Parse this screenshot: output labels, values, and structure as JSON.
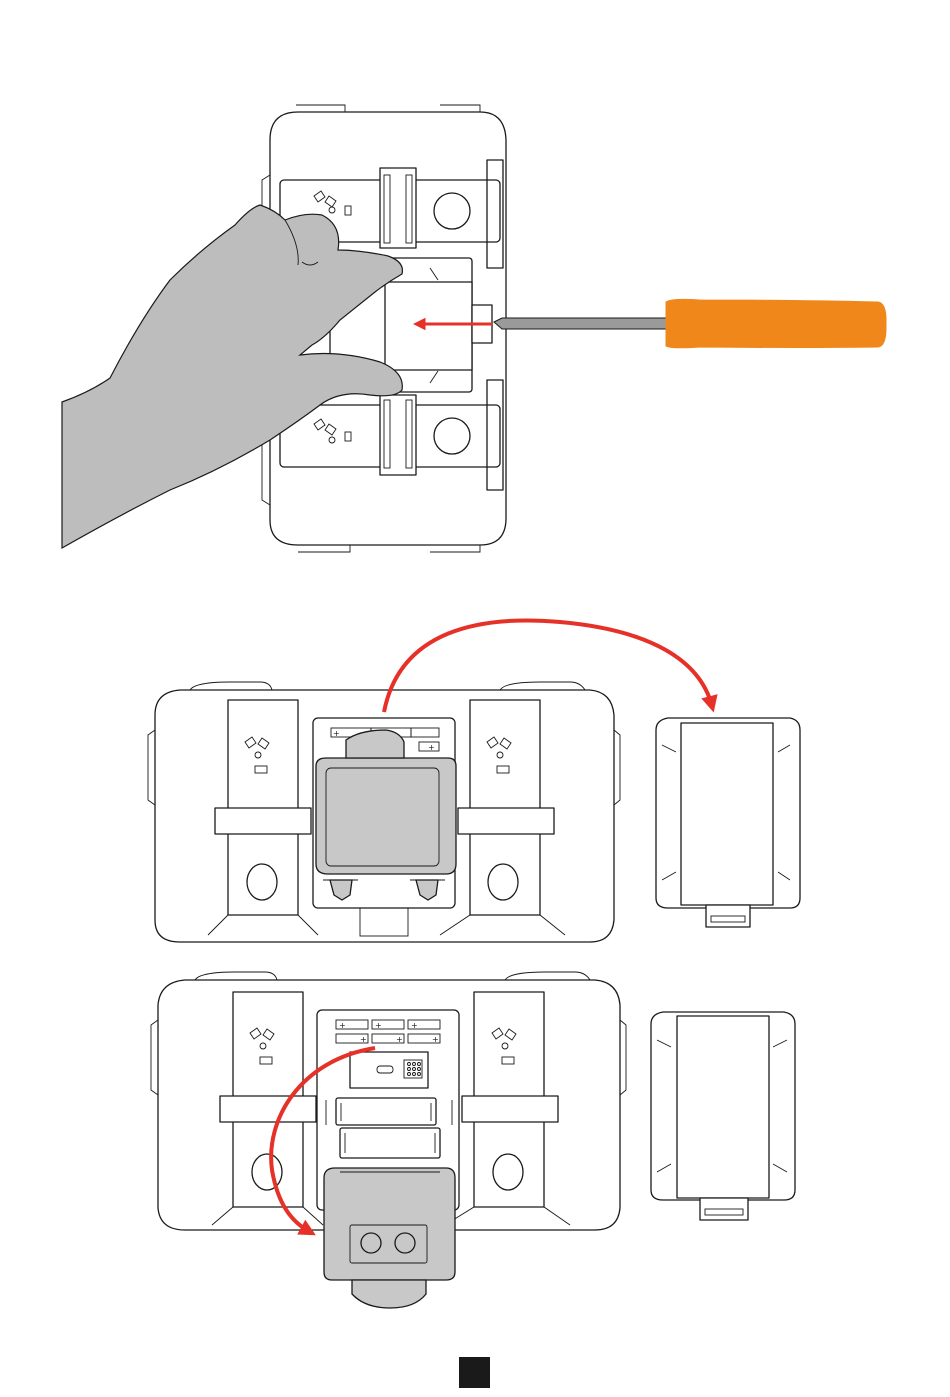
{
  "colors": {
    "arrow": "#e53127",
    "screwdriver_handle": "#f0871a",
    "screwdriver_shaft": "#9a9a9a",
    "hand": "#bdbdbd",
    "part_fill": "#c8c8c8",
    "line": "#1a1a1a",
    "page_mark": "#1a1a1a"
  },
  "battery_marks": {
    "plus": "+"
  },
  "steps": [
    {
      "id": "step-1",
      "action": "slide-cover-out-with-screwdriver"
    },
    {
      "id": "step-2",
      "action": "lift-cover-off"
    },
    {
      "id": "step-3",
      "action": "remove-battery-pack"
    }
  ]
}
